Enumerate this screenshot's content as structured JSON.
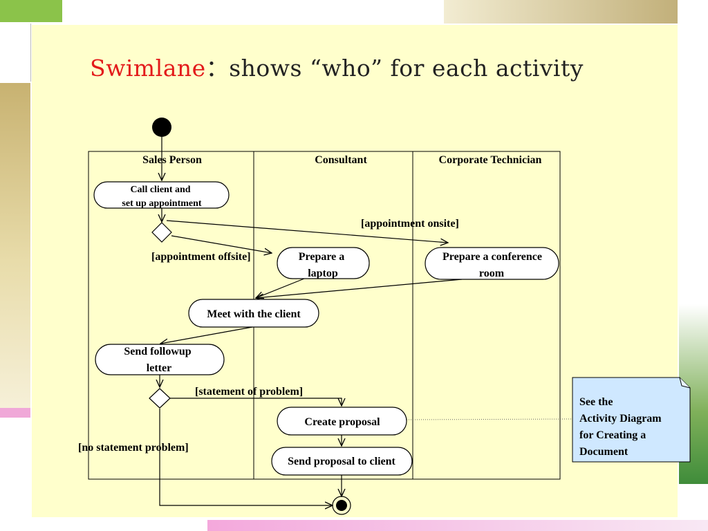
{
  "slide": {
    "title_highlight": "Swimlane",
    "title_rest": "：shows “who” for each activity"
  },
  "diagram": {
    "lanes": [
      "Sales Person",
      "Consultant",
      "Corporate Technician"
    ],
    "activities": {
      "call_client": [
        "Call client and",
        "set up appointment"
      ],
      "prepare_laptop": [
        "Prepare a",
        "laptop"
      ],
      "prepare_room": [
        "Prepare a conference",
        "room"
      ],
      "meet_client": [
        "Meet with the client"
      ],
      "send_followup": [
        "Send followup",
        "letter"
      ],
      "create_proposal": [
        "Create proposal"
      ],
      "send_proposal": [
        "Send proposal to client"
      ]
    },
    "guards": {
      "onsite": "[appointment onsite]",
      "offsite": "[appointment offsite]",
      "statement": "[statement of problem]",
      "no_statement": "[no statement problem]"
    },
    "note": [
      "See the",
      "Activity Diagram",
      "for Creating a",
      "Document"
    ],
    "colors": {
      "panel": "#ffffcc",
      "note_fill": "#cfe8ff",
      "title_accent": "#e31b1b",
      "line": "#000000"
    }
  }
}
